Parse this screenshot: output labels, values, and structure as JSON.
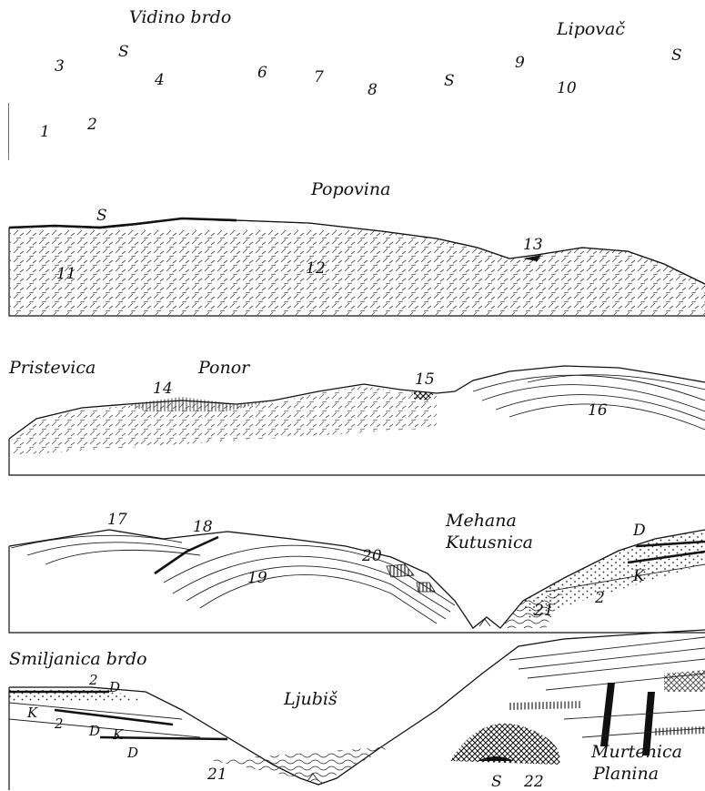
{
  "sections": [
    {
      "places": [
        "Vidino brdo",
        "Lipovač"
      ],
      "labels": [
        "1",
        "2",
        "3",
        "S",
        "4",
        "6",
        "7",
        "8",
        "S",
        "9",
        "10",
        "S"
      ]
    },
    {
      "places": [
        "Popovina"
      ],
      "labels": [
        "S",
        "11",
        "12",
        "13"
      ]
    },
    {
      "places": [
        "Pristevica",
        "Ponor"
      ],
      "labels": [
        "14",
        "15",
        "16"
      ]
    },
    {
      "places": [
        "Mehana",
        "Kutusnica"
      ],
      "labels": [
        "17",
        "18",
        "19",
        "20",
        "21",
        "2",
        "K",
        "D"
      ]
    },
    {
      "places": [
        "Smiljanica brdo",
        "Ljubiš",
        "Murtenica",
        "Planina"
      ],
      "labels": [
        "2",
        "D",
        "K",
        "2",
        "D",
        "K",
        "D",
        "21",
        "S",
        "22"
      ]
    }
  ]
}
